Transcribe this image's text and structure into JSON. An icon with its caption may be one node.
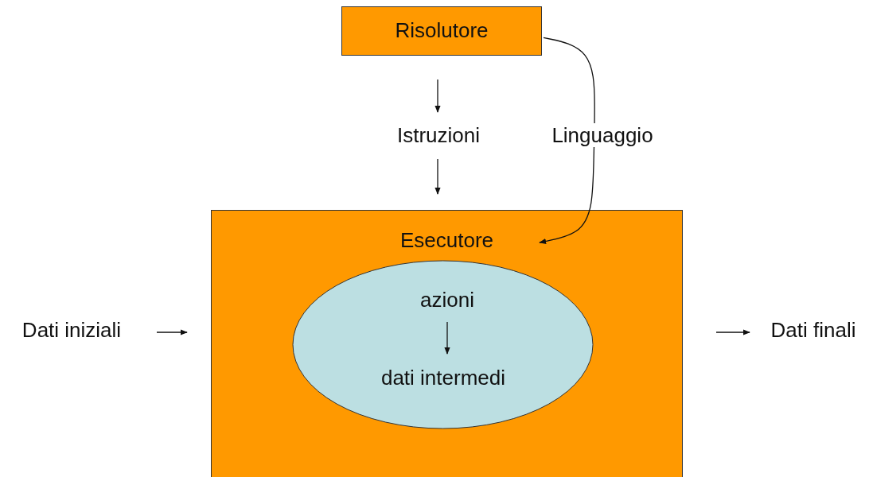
{
  "diagram": {
    "nodes": [
      {
        "text": [
          "Risolutore"
        ]
      },
      {
        "text": [
          "Istruzioni"
        ]
      },
      {
        "text": [
          "Esecutore"
        ]
      },
      {
        "text": [],
        "shape": "ellipse",
        "in": 2
      },
      {
        "text": [
          "azioni"
        ],
        "in": 3
      },
      {
        "text": [
          "dati intermedi"
        ],
        "in": 3
      },
      {
        "text": [
          "Dati iniziali"
        ]
      },
      {
        "text": [
          "Dati finali"
        ]
      }
    ],
    "edges": [
      {
        "from": 0,
        "to": 1,
        "arrow": "to"
      },
      {
        "from": 1,
        "to": 2,
        "arrow": "to"
      },
      {
        "from": 0,
        "to": 2,
        "arrow": "to",
        "label": "Linguaggio"
      },
      {
        "from": 6,
        "to": 2,
        "arrow": "to"
      },
      {
        "from": 2,
        "to": 7,
        "arrow": "to"
      },
      {
        "from": 4,
        "to": 5,
        "arrow": "to"
      }
    ]
  }
}
